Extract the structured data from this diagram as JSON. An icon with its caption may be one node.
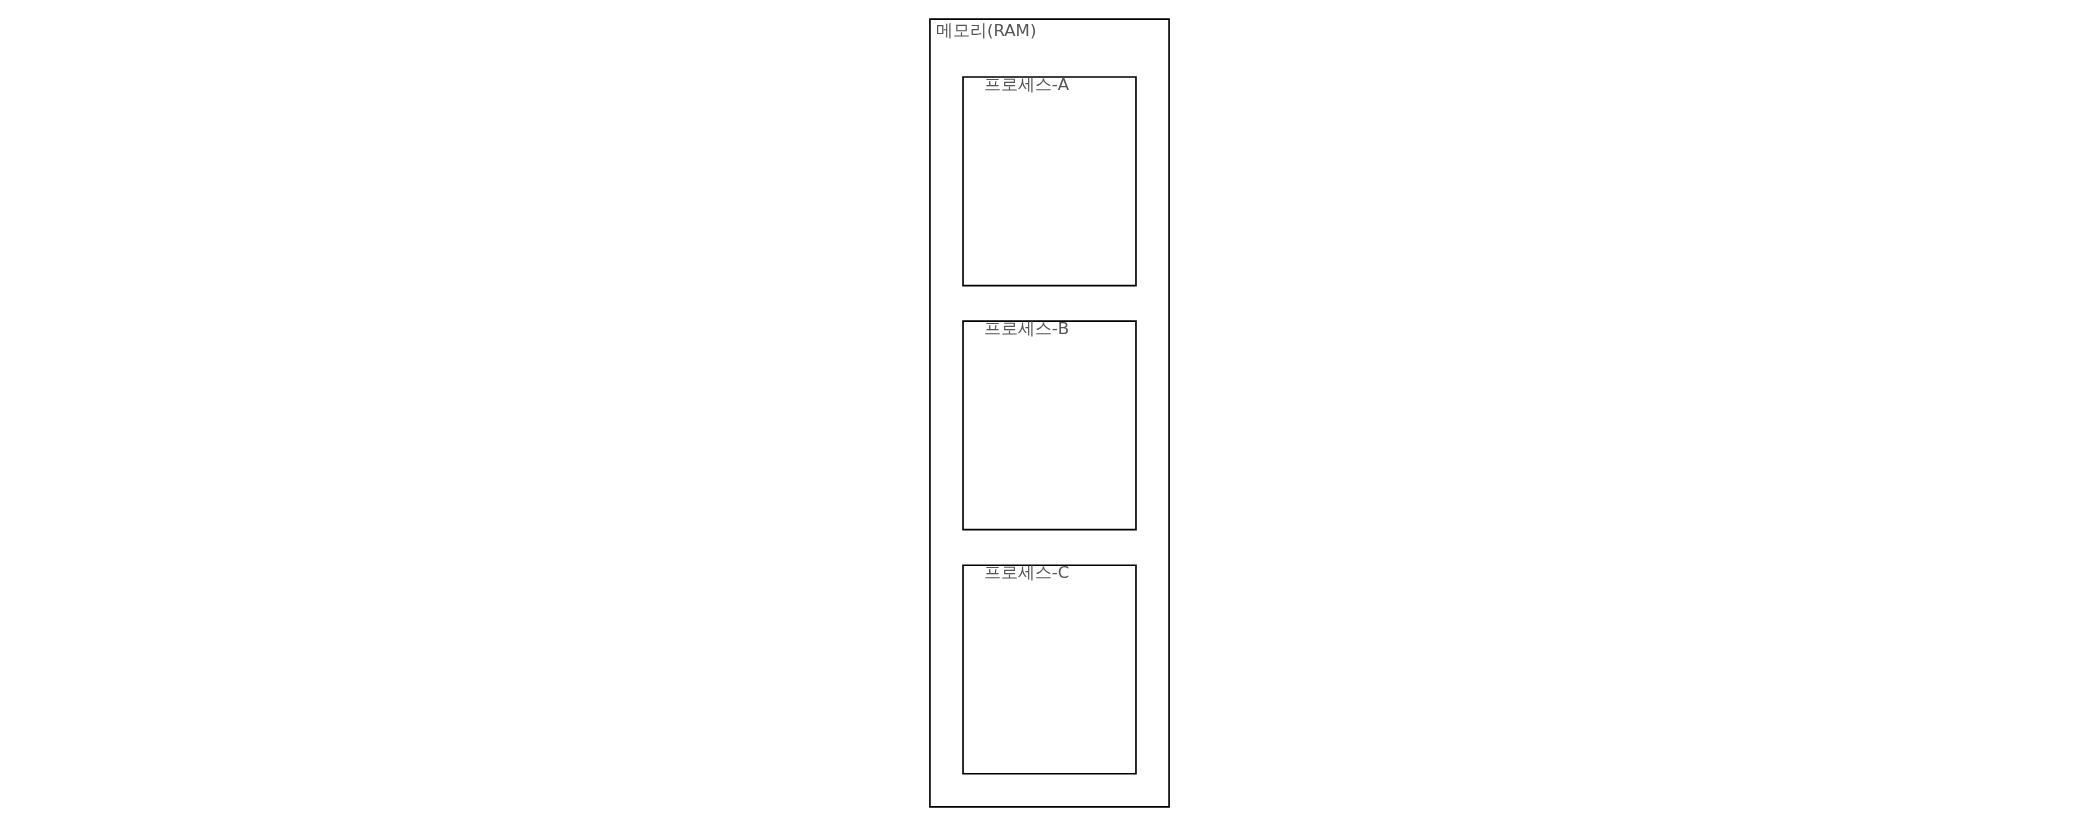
{
  "diagram": {
    "nodes": [
      {
        "text": [
          "메모리(RAM)"
        ]
      },
      {
        "text": [
          "프로세스-A"
        ],
        "in": 0
      },
      {
        "text": [
          "프로세스-B"
        ],
        "in": 0
      },
      {
        "text": [
          "프로세스-C"
        ],
        "in": 0
      }
    ]
  }
}
